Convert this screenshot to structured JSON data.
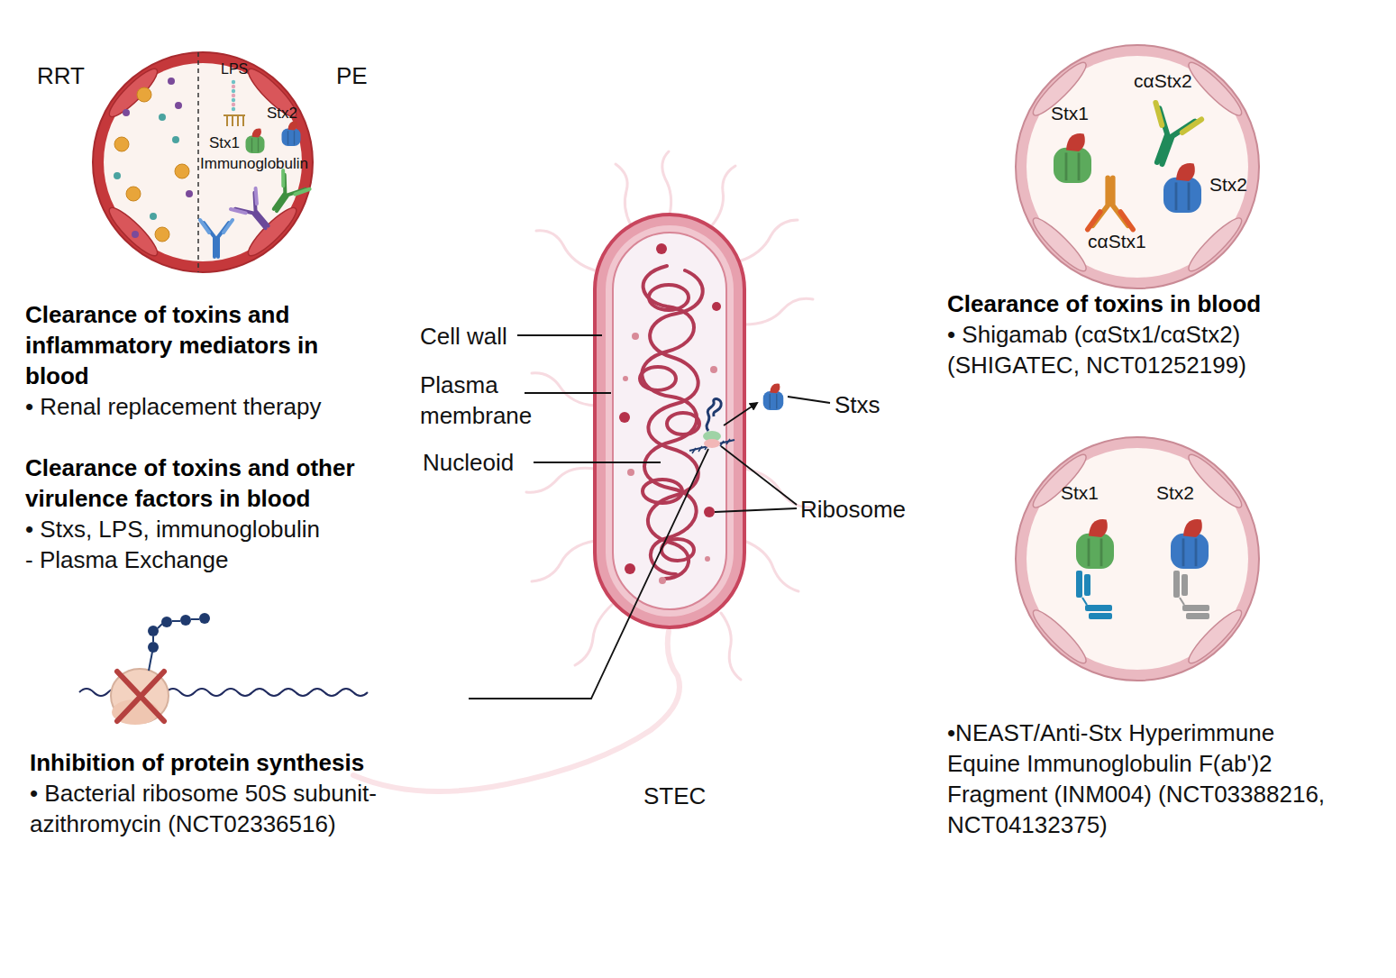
{
  "diagram": {
    "nodes": [
      {
        "text": [
          "RRT",
          "PE",
          "LPS",
          "Stx2",
          "Stx1",
          "Immunoglobulin"
        ]
      },
      {
        "text": [
          "Stx1",
          "cαStx2",
          "Stx2",
          "cαStx1"
        ]
      },
      {
        "text": [
          "Stx1",
          "Stx2"
        ]
      }
    ],
    "labels": [
      "Clearance of toxins and inflammatory mediators in blood",
      "• Renal replacement therapy",
      "Clearance of toxins and other virulence factors in blood",
      "• Stxs, LPS, immunoglobulin",
      "- Plasma Exchange",
      "Inhibition of protein synthesis",
      "• Bacterial ribosome 50S subunit-azithromycin (NCT02336516)",
      "Cell wall",
      "Plasma membrane",
      "Nucleoid",
      "Ribosome",
      "Stxs",
      "STEC",
      "Clearance of toxins in blood",
      "• Shigamab (cαStx1/cαStx2) (SHIGATEC, NCT01252199)",
      "•NEAST/Anti-Stx Hyperimmune Equine Immunoglobulin F(ab')2 Fragment (INM004) (NCT03388216, NCT04132375)"
    ]
  }
}
